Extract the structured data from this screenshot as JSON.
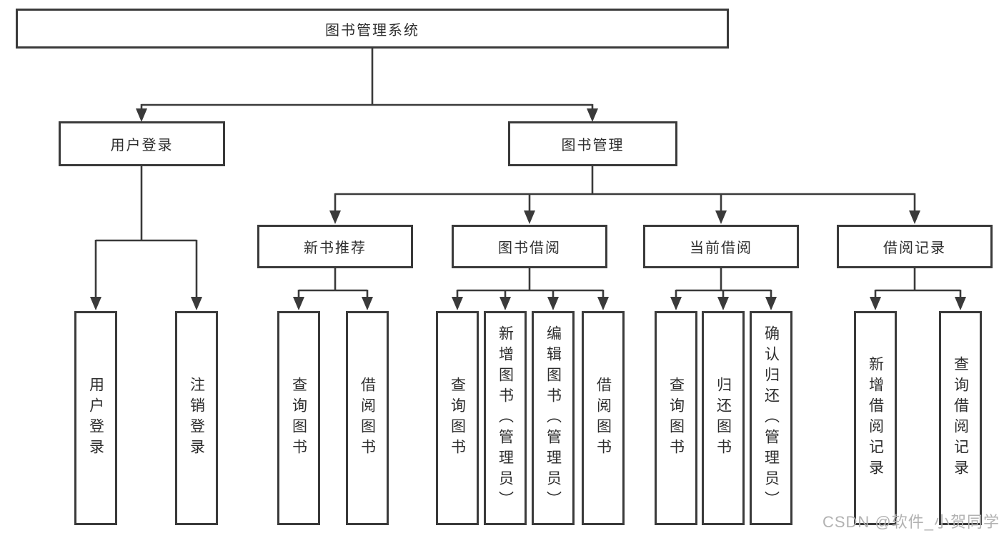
{
  "title": "图书管理系统",
  "watermark": "CSDN @软件_小贺同学",
  "colors": {
    "line": "#3a3a3a",
    "text": "#2e2e2e",
    "watermark": "#b2b2b2",
    "background": "#ffffff"
  },
  "tree": {
    "root": "图书管理系统",
    "branches": [
      {
        "label": "用户登录",
        "leaves": [
          "用户登录",
          "注销登录"
        ]
      },
      {
        "label": "图书管理",
        "sections": [
          {
            "label": "新书推荐",
            "leaves": [
              "查询图书",
              "借阅图书"
            ]
          },
          {
            "label": "图书借阅",
            "leaves": [
              "查询图书",
              "新增图书（管理员）",
              "编辑图书（管理员）",
              "借阅图书"
            ]
          },
          {
            "label": "当前借阅",
            "leaves": [
              "查询图书",
              "归还图书",
              "确认归还（管理员）"
            ]
          },
          {
            "label": "借阅记录",
            "leaves": [
              "新增借阅记录",
              "查询借阅记录"
            ]
          }
        ]
      }
    ]
  }
}
